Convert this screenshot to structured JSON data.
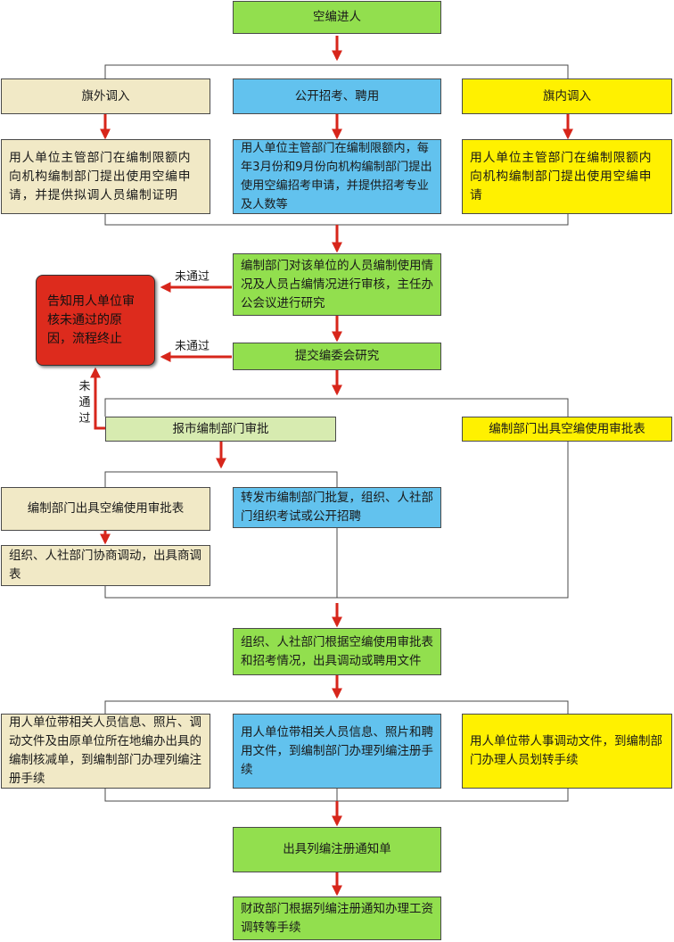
{
  "start": "空编进人",
  "branches": {
    "left_head": "旗外调入",
    "mid_head": "公开招考、聘用",
    "right_head": "旗内调入",
    "left_text": "用人单位主管部门在编制限额内向机构编制部门提出使用空编申请，并提供拟调人员编制证明",
    "mid_text": "用人单位主管部门在编制限额内，每年3月份和9月份向机构编制部门提出使用空编招考申请，并提供招考专业及人数等",
    "right_text": "用人单位主管部门在编制限额内向机构编制部门提出使用空编申请"
  },
  "review": "编制部门对该单位的人员编制使用情况及人员占编情况进行审核，主任办公会议进行研究",
  "committee": "提交编委会研究",
  "reject": "告知用人单位审核未通过的原因，流程终止",
  "not_passed": "未通过",
  "not_passed_vertical": [
    "未",
    "通",
    "过"
  ],
  "city_approval": "报市编制部门审批",
  "issue_form_right": "编制部门出具空编使用审批表",
  "issue_form_left": "编制部门出具空编使用审批表",
  "coordinate": "组织、人社部门协商调动，出具商调表",
  "forward": "转发市编制部门批复，组织、人社部门组织考试或公开招聘",
  "docs": "组织、人社部门根据空编使用审批表和招考情况，出具调动或聘用文件",
  "final": {
    "left": "用人单位带相关人员信息、照片、调动文件及由原单位所在地编办出具的编制核减单，到编制部门办理列编注册手续",
    "mid": "用人单位带相关人员信息、照片和聘用文件，到编制部门办理列编注册手续",
    "right": "用人单位带人事调动文件，到编制部门办理人员划转手续"
  },
  "notice": "出具列编注册通知单",
  "finance": "财政部门根据列编注册通知办理工资调转等手续",
  "colors": {
    "green": "#92df4e",
    "beige": "#f1e9c6",
    "blue": "#62c2ee",
    "yellow": "#fff100",
    "light_green": "#d7ebb0",
    "red": "#dd2b1d",
    "arrow": "#d7261b"
  }
}
